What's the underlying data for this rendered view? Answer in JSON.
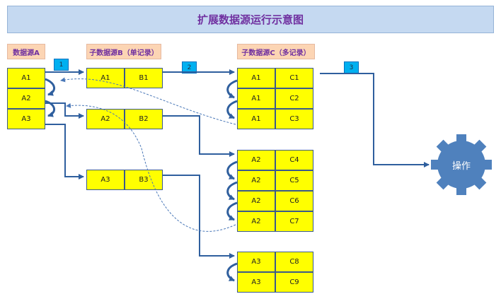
{
  "title": "扩展数据源运行示意图",
  "labels": {
    "source_a": "数据源A",
    "sub_b": "子数据源B（单记录）",
    "sub_c": "子数据源C（多记录）"
  },
  "steps": [
    "1",
    "2",
    "3"
  ],
  "table_a": [
    [
      "A1"
    ],
    [
      "A2"
    ],
    [
      "A3"
    ]
  ],
  "table_b": [
    [
      "A1",
      "B1"
    ],
    [
      "A2",
      "B2"
    ],
    [
      "A3",
      "B3"
    ]
  ],
  "table_c": [
    [
      "A1",
      "C1"
    ],
    [
      "A1",
      "C2"
    ],
    [
      "A1",
      "C3"
    ],
    [
      "A2",
      "C4"
    ],
    [
      "A2",
      "C5"
    ],
    [
      "A2",
      "C6"
    ],
    [
      "A2",
      "C7"
    ],
    [
      "A3",
      "C8"
    ],
    [
      "A3",
      "C9"
    ]
  ],
  "operation": "操作",
  "colors": {
    "cell_fill": "#ffff00",
    "arrow": "#2f5f9e",
    "gear": "#4f81bd",
    "title_text": "#7030a0"
  }
}
